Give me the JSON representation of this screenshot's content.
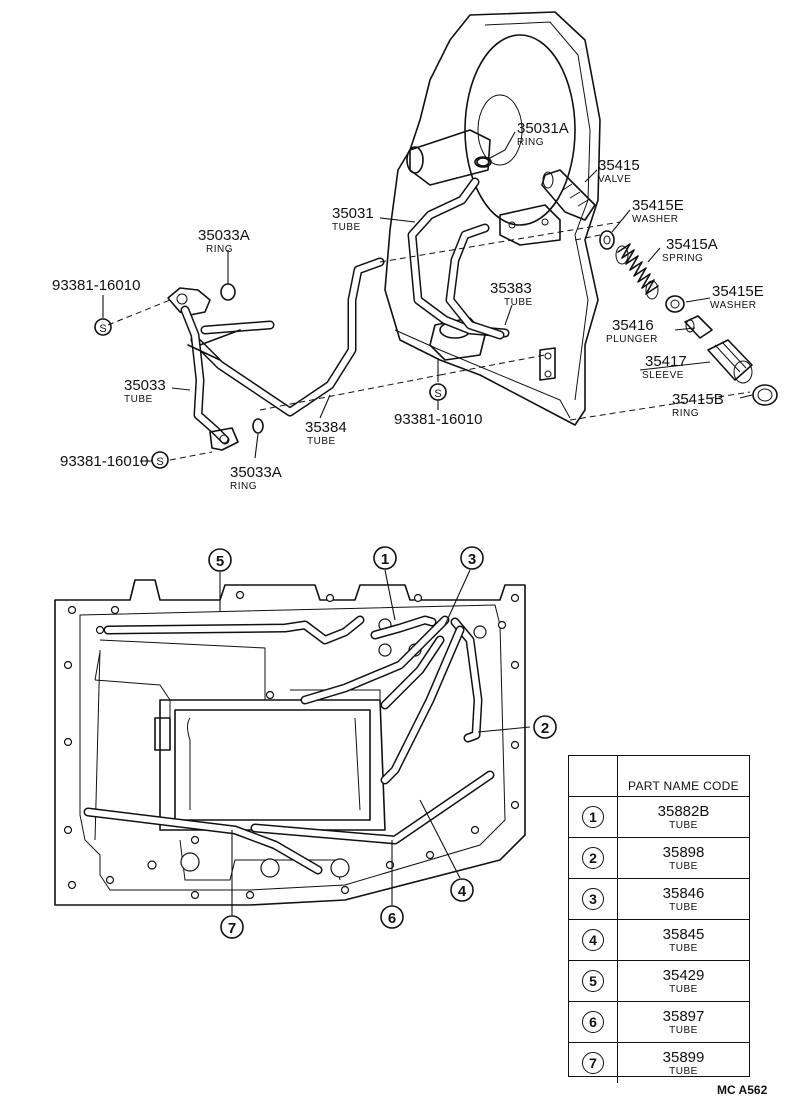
{
  "labels": {
    "p35031A": {
      "code": "35031A",
      "name": "RING"
    },
    "p35415": {
      "code": "35415",
      "name": "VALVE"
    },
    "p35415E_1": {
      "code": "35415E",
      "name": "WASHER"
    },
    "p35031": {
      "code": "35031",
      "name": "TUBE"
    },
    "p35033A_1": {
      "code": "35033A",
      "name": "RING"
    },
    "p35415A": {
      "code": "35415A",
      "name": "SPRING"
    },
    "p93381_a": {
      "code": "93381-16010"
    },
    "p35383": {
      "code": "35383",
      "name": "TUBE"
    },
    "p35415E_2": {
      "code": "35415E",
      "name": "WASHER"
    },
    "p35416": {
      "code": "35416",
      "name": "PLUNGER"
    },
    "p35033": {
      "code": "35033",
      "name": "TUBE"
    },
    "p35417": {
      "code": "35417",
      "name": "SLEEVE"
    },
    "p35415B": {
      "code": "35415B",
      "name": "RING"
    },
    "p35384": {
      "code": "35384",
      "name": "TUBE"
    },
    "p93381_b": {
      "code": "93381-16010"
    },
    "p93381_c": {
      "code": "93381-16010"
    },
    "p35033A_2": {
      "code": "35033A",
      "name": "RING"
    },
    "s_symbol": "S"
  },
  "callouts": [
    "1",
    "2",
    "3",
    "4",
    "5",
    "6",
    "7"
  ],
  "legend": {
    "header": "PART NAME CODE",
    "rows": [
      {
        "num": "1",
        "code": "35882B",
        "name": "TUBE"
      },
      {
        "num": "2",
        "code": "35898",
        "name": "TUBE"
      },
      {
        "num": "3",
        "code": "35846",
        "name": "TUBE"
      },
      {
        "num": "4",
        "code": "35845",
        "name": "TUBE"
      },
      {
        "num": "5",
        "code": "35429",
        "name": "TUBE"
      },
      {
        "num": "6",
        "code": "35897",
        "name": "TUBE"
      },
      {
        "num": "7",
        "code": "35899",
        "name": "TUBE"
      }
    ]
  },
  "footer_code": "MC A562"
}
